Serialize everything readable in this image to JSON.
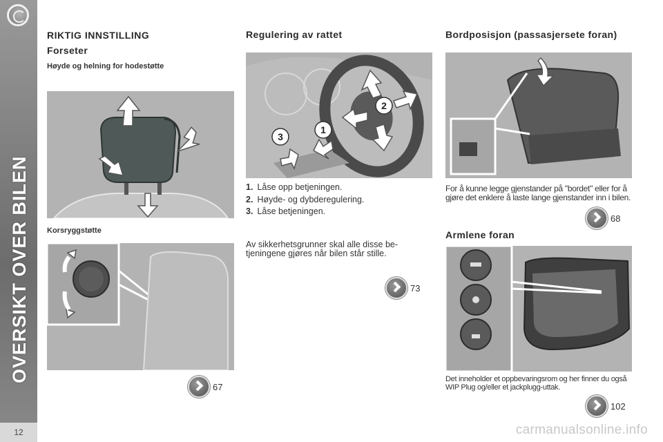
{
  "sidebar": {
    "title": "OVERSIKT OVER BILEN",
    "page_number": "12"
  },
  "col1": {
    "section_title": "RIKTIG INNSTILLING",
    "subtitle": "Forseter",
    "heading_headrest": "Høyde og helning for hodestøtte",
    "heading_lumbar": "Korsryggstøtte",
    "ref_number": "67"
  },
  "col2": {
    "title": "Regulering av rattet",
    "callouts": [
      "1",
      "2",
      "3"
    ],
    "steps": [
      {
        "num": "1.",
        "text": "Låse opp betjeningen."
      },
      {
        "num": "2.",
        "text": "Høyde- og dybderegulering."
      },
      {
        "num": "3.",
        "text": "Låse betjeningen."
      }
    ],
    "note": "Av sikkerhetsgrunner skal alle disse be­tjeningene gjøres når bilen står stille.",
    "ref_number": "73"
  },
  "col3": {
    "title": "Bordposisjon (passasjersete foran)",
    "table_text": "For å kunne legge gjenstander på \"bordet\" eller for å gjøre det enklere å laste lange gjenstander inn i bilen.",
    "table_ref": "68",
    "armrest_title": "Armlene foran",
    "armrest_text": "Det inneholder et oppbevaringsrom og her finner du også WIP Plug og/eller et jackplugg-uttak.",
    "armrest_ref": "102"
  },
  "watermark": "carmanualsonline.info",
  "colors": {
    "sidebar": "#7f7f7f",
    "figure_bg": "#b3b3b3",
    "arrow": "#ffffff"
  }
}
